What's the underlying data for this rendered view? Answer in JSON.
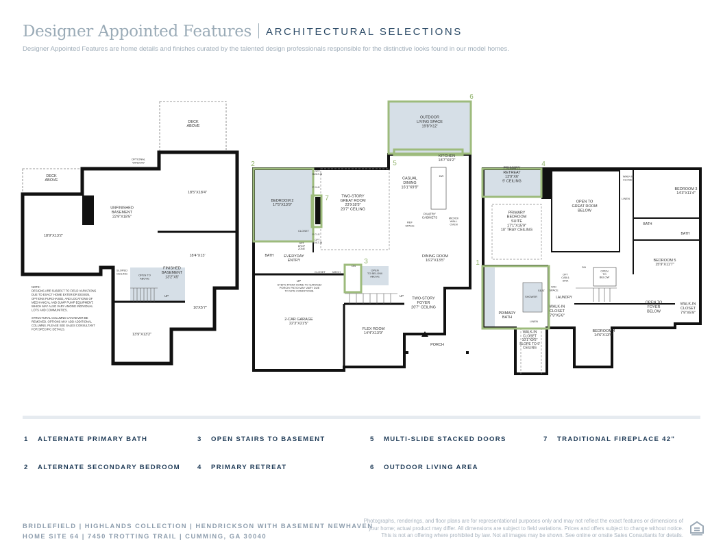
{
  "header": {
    "title": "Designer Appointed Features",
    "subtitle": "ARCHITECTURAL SELECTIONS",
    "description": "Designer Appointed Features are home details and finishes curated by the talented design professionals responsible for the distinctive looks found in our model homes."
  },
  "plan": {
    "note": [
      "NOTE:",
      "DESIGNS ARE SUBJECT TO FIELD VARIATIONS",
      "DUE TO EXACT HOME EXTERIOR DESIGN,",
      "OPTIONS PURCHASED, AND LOCATIONS OF",
      "MECHANICAL AND SUMP PUMP EQUIPMENT,",
      "WHICH MAY ALSO VARY AMONG INDIVIDUAL",
      "LOTS AND COMMUNITIES.",
      "",
      "STRUCTURAL COLUMNS CAN NEVER BE",
      "REMOVED. OPTIONS MAY ADD ADDITIONAL",
      "COLUMNS. PLEASE SEE SALES CONSULTANT",
      "FOR SPECIFIC DETAILS."
    ],
    "markers": [
      "1",
      "2",
      "3",
      "4",
      "5",
      "6",
      "7",
      "1"
    ],
    "rooms": {
      "deck_above_1": [
        "DECK",
        "ABOVE"
      ],
      "deck_above_2": [
        "DECK",
        "ABOVE"
      ],
      "optional_window": [
        "OPTIONAL",
        "WINDOW"
      ],
      "unfinished_basement": [
        "UNFINISHED",
        "BASEMENT",
        "22'9\"X18'5\""
      ],
      "b_room_a": [
        "18'5\"X18'4\""
      ],
      "b_room_b": [
        "18'9\"X13'2\""
      ],
      "b_room_c": [
        "18'4\"X13'"
      ],
      "sloped_ceiling": [
        "SLOPED",
        "CEILING"
      ],
      "open_to_above": [
        "OPEN TO",
        "ABOVE"
      ],
      "finished_basement": [
        "FINISHED",
        "BASEMENT",
        "13'2\"X5'"
      ],
      "b_up": [
        "UP"
      ],
      "b_room_d": [
        "10'X5'7\""
      ],
      "b_room_e": [
        "13'9\"X13'2\""
      ],
      "outdoor_living": [
        "OUTDOOR",
        "LIVING SPACE",
        "19'8\"X12'"
      ],
      "kitchen": [
        "KITCHEN",
        "18'7\"X9'2\""
      ],
      "bedroom_2": [
        "BEDROOM 2",
        "17'5\"X13'9\""
      ],
      "great_room": [
        "TWO-STORY",
        "GREAT ROOM",
        "23'X18'5\"",
        "20'7\" CEILING"
      ],
      "casual_dining": [
        "CASUAL",
        "DINING",
        "16'1\"X9'9\""
      ],
      "dw": [
        "DW"
      ],
      "pantry": [
        "PANTRY",
        "CABINETS"
      ],
      "ref_space": [
        "REF",
        "SPACE"
      ],
      "micro_oven": [
        "MICRO/",
        "WALL",
        "OVEN"
      ],
      "opt_built_in_1": [
        "OPT",
        "BUILT-IN"
      ],
      "clg_1": [
        "9' CLG"
      ],
      "clg_2": [
        "9' CLG"
      ],
      "opt_built_in_2": [
        "OPT",
        "BUILT-IN"
      ],
      "closet_bed2": [
        "CLOSET"
      ],
      "drop_zone": [
        "OPT",
        "DROP",
        "ZONE"
      ],
      "bath_main": [
        "BATH"
      ],
      "everyday_entry": [
        "EVERYDAY",
        "ENTRY"
      ],
      "closet_main": [
        "CLOSET"
      ],
      "mech": [
        "MECH"
      ],
      "dn_main": [
        "DN"
      ],
      "open_below_main": [
        "OPEN",
        "TO BELOW/",
        "ABOVE"
      ],
      "up_main_1": [
        "UP"
      ],
      "up_main_2": [
        "UP"
      ],
      "dining_room": [
        "DINING ROOM",
        "16'2\"X13'5\""
      ],
      "garage_steps": [
        "STEPS FROM HOME TO GARAGE/",
        "PORCH/ PATIO MAY VARY DUE",
        "TO SITE CONDITIONS."
      ],
      "foyer": [
        "TWO-STORY",
        "FOYER",
        "20'7\" CEILING"
      ],
      "garage": [
        "2-CAR GARAGE",
        "22'3\"X21'5\""
      ],
      "flex_room": [
        "FLEX ROOM",
        "14'4\"X13'9\""
      ],
      "porch": [
        "PORCH"
      ],
      "primary_retreat": [
        "PRIMARY",
        "RETREAT",
        "13'9\"X6'",
        "9' CEILING"
      ],
      "primary_suite": [
        "PRIMARY",
        "BEDROOM",
        "SUITE",
        "17'1\"X15'9\"",
        "10' TRAY CEILING"
      ],
      "open_great_room": [
        "OPEN TO",
        "GREAT ROOM",
        "BELOW"
      ],
      "wic_1": [
        "WALK-IN",
        "CLOSET"
      ],
      "linen_1": [
        "LINEN"
      ],
      "bedroom_3": [
        "BEDROOM 3",
        "14'3\"X11'4\""
      ],
      "bath_up_1": [
        "BATH"
      ],
      "bath_up_2": [
        "BATH"
      ],
      "bedroom_5": [
        "BEDROOM 5",
        "15'9\"X11'7\""
      ],
      "dn_up": [
        "DN"
      ],
      "open_below_up": [
        "OPEN",
        "TO",
        "BELOW"
      ],
      "opt_cab_sink": [
        "OPT",
        "CAB &",
        "SINK"
      ],
      "shower": [
        "SHOWER"
      ],
      "seat": [
        "SEAT"
      ],
      "wd_space": [
        "W/D",
        "SPACE"
      ],
      "laundry": [
        "LAUNDRY"
      ],
      "primary_bath": [
        "PRIMARY",
        "BATH"
      ],
      "linen_2": [
        "LINEN"
      ],
      "wic_2": [
        "WALK-IN",
        "CLOSET",
        "7'9\"X5'6\""
      ],
      "open_foyer": [
        "OPEN TO",
        "FOYER",
        "BELOW"
      ],
      "wic_3": [
        "WALK-IN",
        "CLOSET",
        "7'9\"X5'9\""
      ],
      "bedroom_4": [
        "BEDROOM 4",
        "14'6\"X13'9\""
      ],
      "wic_4": [
        "WALK-IN",
        "CLOSET",
        "10'1\"X9'5\"",
        "SLOPE TO 9'",
        "CEILING"
      ]
    }
  },
  "legend": [
    {
      "num": "1",
      "label": "ALTERNATE PRIMARY BATH"
    },
    {
      "num": "2",
      "label": "ALTERNATE SECONDARY BEDROOM"
    },
    {
      "num": "3",
      "label": "OPEN STAIRS TO BASEMENT"
    },
    {
      "num": "4",
      "label": "PRIMARY RETREAT"
    },
    {
      "num": "5",
      "label": "MULTI-SLIDE STACKED DOORS"
    },
    {
      "num": "6",
      "label": "OUTDOOR LIVING AREA"
    },
    {
      "num": "7",
      "label": "TRADITIONAL FIREPLACE 42\""
    }
  ],
  "footer": {
    "line1": "BRIDLEFIELD  |  HIGHLANDS COLLECTION  |  HENDRICKSON WITH BASEMENT NEWHAVEN",
    "line2": "HOME SITE 64  |  7450 TROTTING TRAIL  |  CUMMING, GA 30040",
    "disclaimer": [
      "Photographs, renderings, and floor plans are for representational purposes only and may not reflect the exact features or dimensions of",
      "your home; actual product may differ. All dimensions are subject to field variations. Prices and offers subject to change without notice.",
      "This is not an offering where prohibited by law. Not all images may be shown. See online or onsite Sales Consultants for details."
    ]
  },
  "colors": {
    "accent_green": "#9dbb7c",
    "room_fill": "#d6dfe7",
    "navy": "#1f3b57",
    "title_gray": "#9aabb7"
  }
}
